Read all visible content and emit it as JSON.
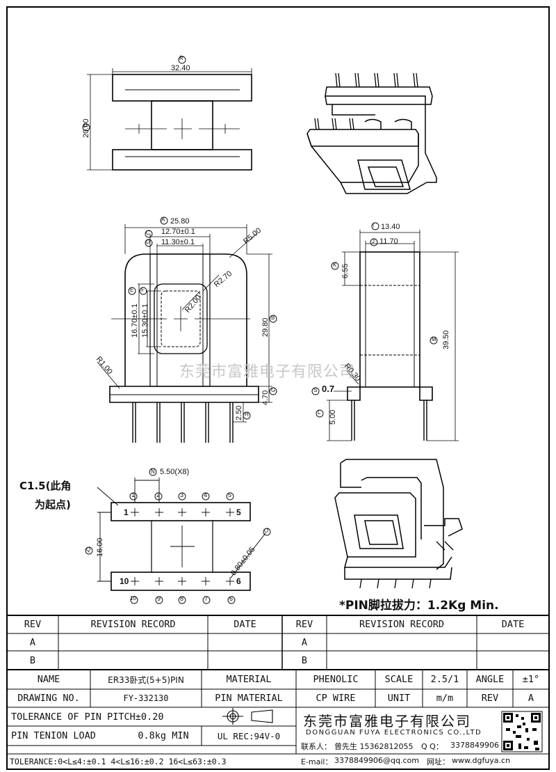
{
  "drawing": {
    "top_view": {
      "label_R": "R",
      "dim_width": "32.40",
      "label_P": "P",
      "dim_height": "20.00"
    },
    "front_view": {
      "label_A": "A",
      "dim_A": "25.80",
      "label_C": "C",
      "dim_C": "12.70±0.1",
      "label_D": "D",
      "dim_D": "11.30±0.1",
      "dim_R5": "R5.00",
      "dim_R27": "R2.70",
      "dim_R2": "R2.00",
      "label_E": "E",
      "dim_E": "16.70±0.1",
      "label_F": "F",
      "dim_F": "15.30±0.1",
      "label_B": "B",
      "dim_B": "29.80",
      "dim_R1": "R1.00",
      "label_G": "G",
      "dim_G": "4.70",
      "label_H": "H",
      "dim_H": "2.50"
    },
    "side_view": {
      "label_I": "I",
      "dim_I": "13.40",
      "label_J": "J",
      "dim_J": "11.70",
      "label_K": "K",
      "dim_K": "6.55",
      "label_M": "M",
      "dim_M": "39.50",
      "dim_R030": "R0.30",
      "label_S": "S",
      "dim_S": "0.7",
      "label_L": "L",
      "dim_L": "5.00"
    },
    "bottom_view": {
      "chamfer_note_line1": "C1.5(此角",
      "chamfer_note_line2": "为起点)",
      "label_N": "N",
      "dim_N": "5.50(X8)",
      "label_Q": "Q",
      "dim_Q": "16.00",
      "label_O": "O",
      "dim_O": "0.80±0.05",
      "pin_numbers_top": [
        "1",
        "2",
        "3",
        "4",
        "5"
      ],
      "pin_numbers_bottom": [
        "10",
        "9",
        "8",
        "7",
        "6"
      ],
      "pin_mark_1": "1",
      "pin_mark_5": "5",
      "pin_mark_10": "10",
      "pin_mark_6": "6"
    },
    "pull_force": "*PIN脚拉拔力：1.2Kg Min.",
    "watermark": "东莞市富雅电子有限公司"
  },
  "revision_table": {
    "header": [
      "REV",
      "REVISION RECORD",
      "DATE",
      "REV",
      "REVISION RECORD",
      "DATE"
    ],
    "rows": [
      [
        "A",
        "",
        "",
        "A",
        "",
        ""
      ],
      [
        "B",
        "",
        "",
        "B",
        "",
        ""
      ]
    ]
  },
  "title_block": {
    "name_label": "NAME",
    "name_value": "ER33卧式(5+5)PIN",
    "material_label": "MATERIAL",
    "material_value": "PHENOLIC",
    "scale_label": "SCALE",
    "scale_value": "2.5/1",
    "angle_label": "ANGLE",
    "angle_value": "±1°",
    "drawing_no_label": "DRAWING NO.",
    "drawing_no_value": "FY-332130",
    "pin_material_label": "PIN MATERIAL",
    "pin_material_value": "CP WIRE",
    "unit_label": "UNIT",
    "unit_value": "m/m",
    "rev_label": "REV",
    "rev_value": "A",
    "pin_pitch_tolerance": "TOLERANCE OF PIN PITCH±0.20",
    "pin_tenion_load_label": "PIN TENION LOAD",
    "pin_tenion_load_value": "0.8kg MIN",
    "ul_rec": "UL REC:94V-0",
    "tolerance": "TOLERANCE:0<L≤4:±0.1  4<L≤16:±0.2  16<L≤63:±0.3",
    "company_cn": "东莞市富雅电子有限公司",
    "company_en": "DONGGUAN FUYA ELECTRONICS CO.,LTD",
    "contact_label": "联系人：",
    "contact_value": "曾先生 15362812055",
    "qq_label": "Q Q：",
    "qq_value": "3378849906",
    "email_label": "E-mail：",
    "email_value": "3378849906@qq.com",
    "site_label": "网址：",
    "site_value": "www.dgfuya.cn"
  }
}
